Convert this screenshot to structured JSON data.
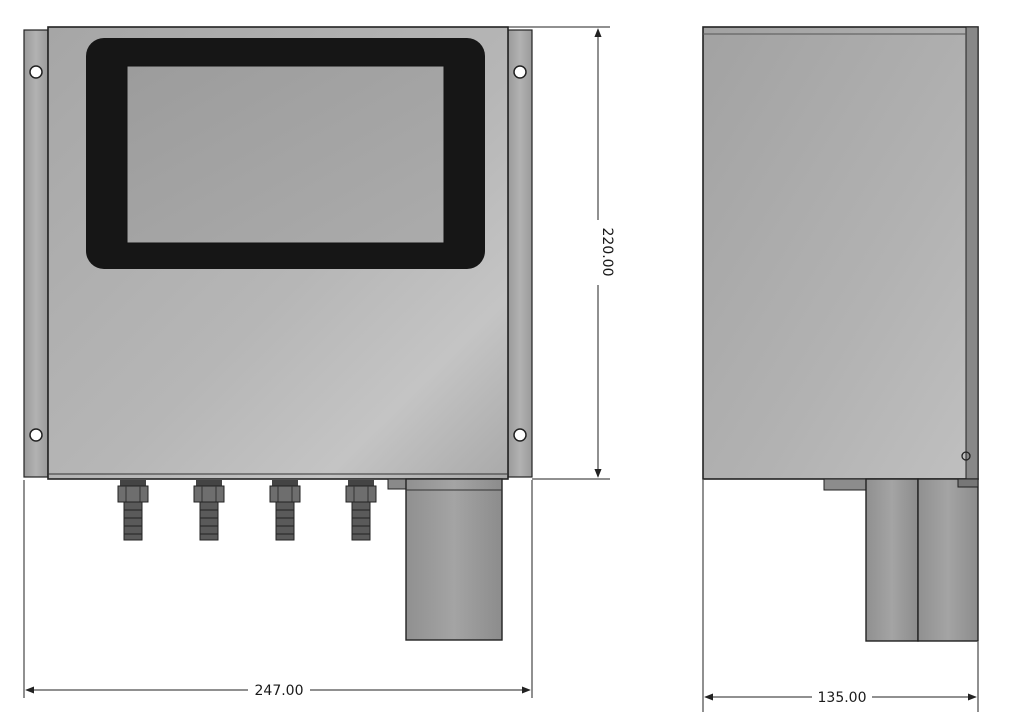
{
  "dimensions": {
    "width": "247.00",
    "height": "220.00",
    "depth": "135.00"
  },
  "colors": {
    "enclosure": "#b4b4b4",
    "bezel": "#161616",
    "screen": "#a3a3a3",
    "line": "#222222",
    "fitting": "#6e6e6e"
  }
}
